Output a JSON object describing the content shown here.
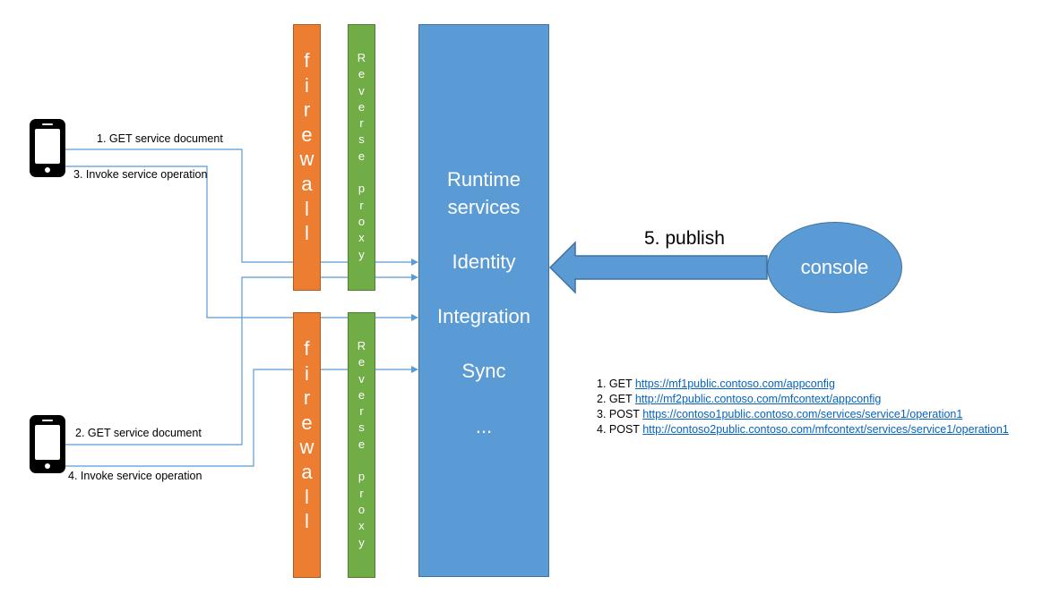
{
  "devices": [
    {
      "name": "mobile-device-1"
    },
    {
      "name": "mobile-device-2"
    }
  ],
  "labels": {
    "step1": "1. GET service document",
    "step3": "3. Invoke service operation",
    "step2": "2. GET service document",
    "step4": "4. Invoke service operation"
  },
  "firewall_text": [
    "f",
    "i",
    "r",
    "e",
    "w",
    "a",
    "l",
    "l"
  ],
  "proxy_text": [
    "R",
    "e",
    "v",
    "e",
    "r",
    "s",
    "e",
    "",
    "p",
    "r",
    "o",
    "x",
    "y"
  ],
  "runtime": {
    "line1": "Runtime",
    "line2": "services",
    "identity": "Identity",
    "integration": "Integration",
    "sync": "Sync",
    "more": "..."
  },
  "publish": "5. publish",
  "console": "console",
  "urls": [
    {
      "prefix": "1. GET",
      "url": "https://mf1public.contoso.com/appconfig"
    },
    {
      "prefix": "2. GET",
      "url": "http://mf2public.contoso.com/mfcontext/appconfig"
    },
    {
      "prefix": "3. POST",
      "url": "https://contoso1public.contoso.com/services/service1/operation1"
    },
    {
      "prefix": "4. POST",
      "url": "http://contoso2public.contoso.com/mfcontext/services/service1/operation1"
    }
  ],
  "colors": {
    "firewall": "#ed7d31",
    "reverse_proxy": "#70ad47",
    "runtime": "#5b9bd5",
    "connector": "#5b9bd5",
    "link": "#0563c1"
  }
}
